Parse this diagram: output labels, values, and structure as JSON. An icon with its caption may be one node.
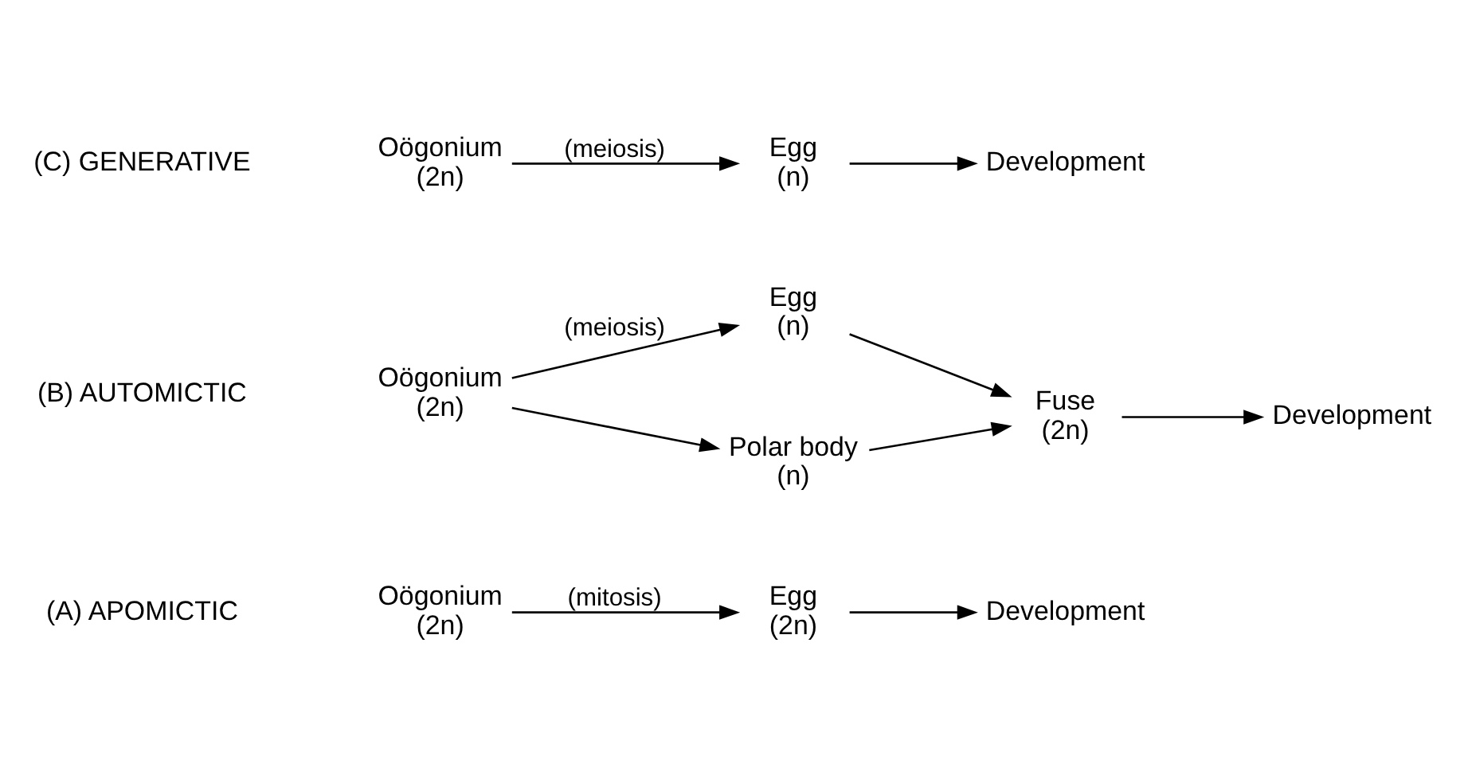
{
  "diagram": {
    "nodes": [
      {
        "text": [
          "Oögonium",
          "(2n)"
        ]
      },
      {
        "text": [
          "Egg",
          "(2n)"
        ]
      },
      {
        "text": [
          "Development"
        ]
      },
      {
        "text": [
          "Oögonium",
          "(2n)"
        ]
      },
      {
        "text": [
          "Egg",
          "(n)"
        ]
      },
      {
        "text": [
          "Polar body",
          "(n)"
        ]
      },
      {
        "text": [
          "Fuse",
          "(2n)"
        ]
      },
      {
        "text": [
          "Development"
        ]
      },
      {
        "text": [
          "Oögonium",
          "(2n)"
        ]
      },
      {
        "text": [
          "Egg",
          "(n)"
        ]
      },
      {
        "text": [
          "Development"
        ]
      }
    ],
    "edges": [
      {
        "from": 0,
        "to": 1,
        "arrow": "to",
        "label": "(mitosis)"
      },
      {
        "from": 1,
        "to": 2,
        "arrow": "to"
      },
      {
        "from": 3,
        "to": 4,
        "arrow": "to",
        "label": "(meiosis)"
      },
      {
        "from": 3,
        "to": 5,
        "arrow": "to"
      },
      {
        "from": 4,
        "to": 6,
        "arrow": "to"
      },
      {
        "from": 5,
        "to": 6,
        "arrow": "to"
      },
      {
        "from": 6,
        "to": 7,
        "arrow": "to"
      },
      {
        "from": 8,
        "to": 9,
        "arrow": "to",
        "label": "(meiosis)"
      },
      {
        "from": 9,
        "to": 10,
        "arrow": "to"
      }
    ],
    "labels": [
      "(A) APOMICTIC",
      "(B) AUTOMICTIC",
      "(C) GENERATIVE"
    ]
  }
}
